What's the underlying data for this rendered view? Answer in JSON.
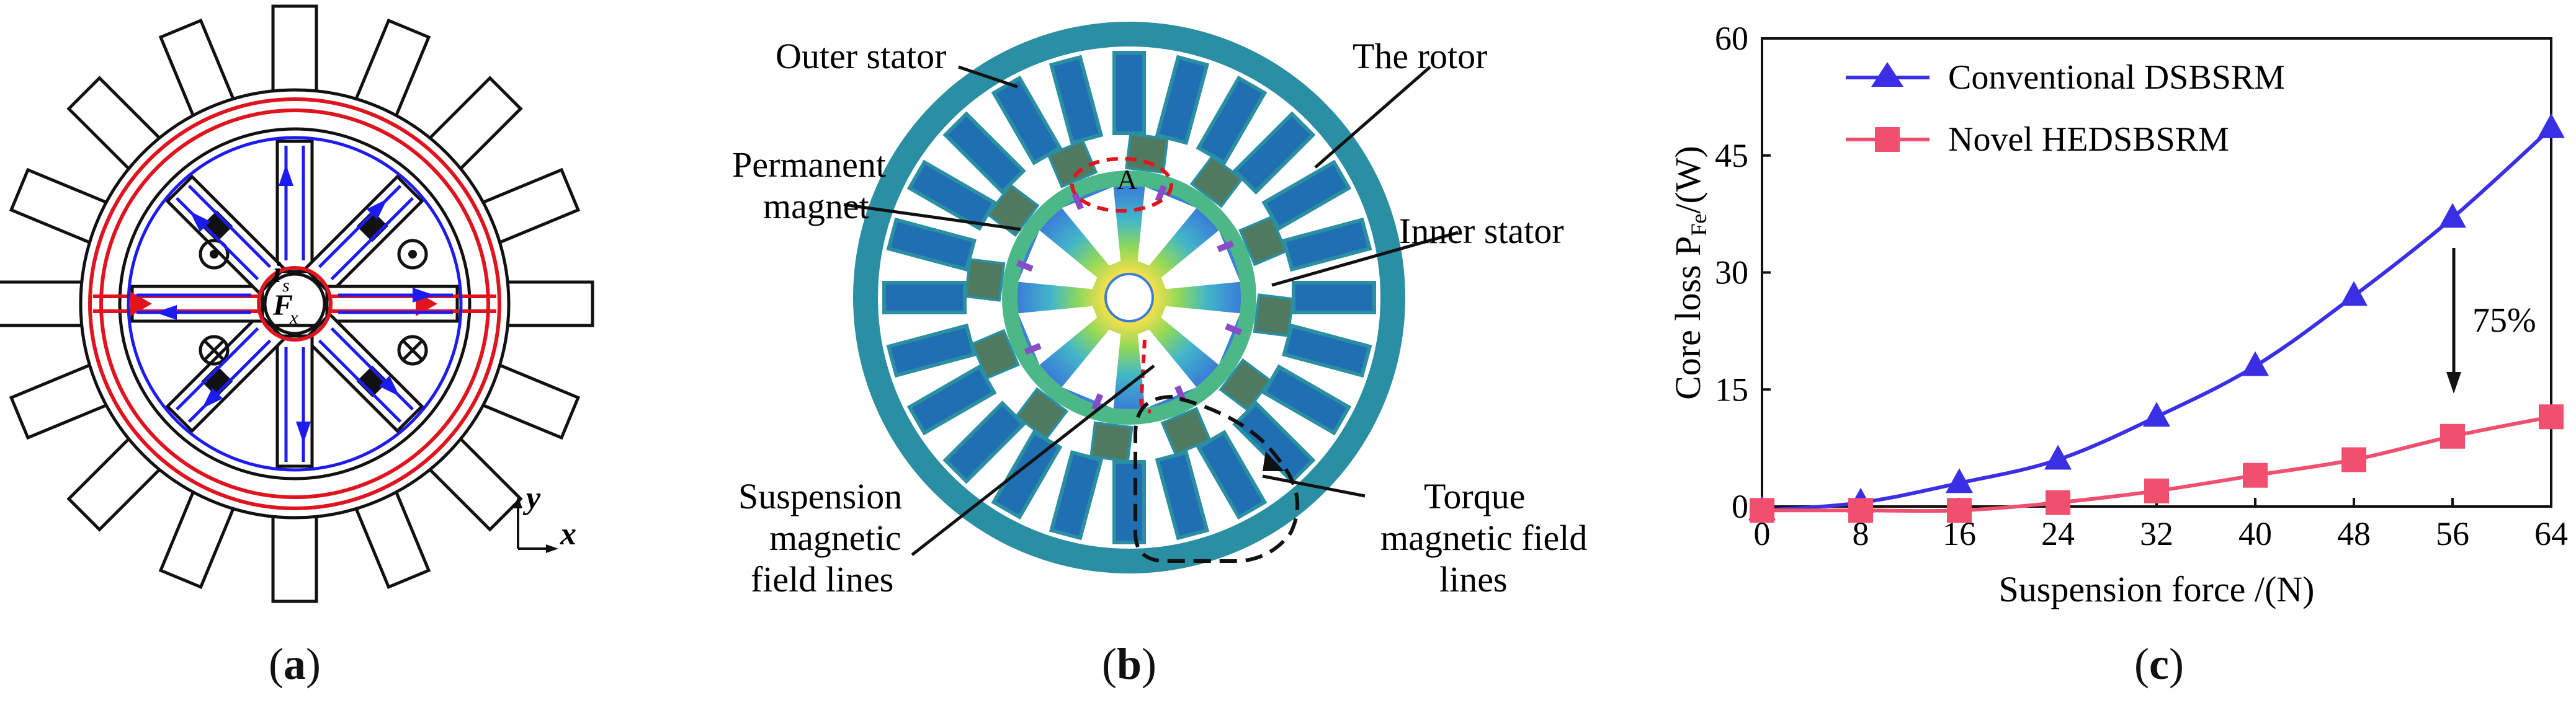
{
  "panels": {
    "a": {
      "caption_open": "(",
      "caption_letter": "a",
      "caption_close": ")",
      "axis_y": "y",
      "axis_x": "x",
      "current_label": "i",
      "current_sub": "s",
      "force_label": "F",
      "force_sub": "x",
      "colors": {
        "red_path": "#e0141e",
        "blue_path": "#1c1cf0",
        "outline": "#111111"
      }
    },
    "b": {
      "caption_open": "(",
      "caption_letter": "b",
      "caption_close": ")",
      "labels": {
        "outer_stator": "Outer stator",
        "rotor": "The rotor",
        "permanent_magnet_1": "Permanent",
        "permanent_magnet_2": "magnet",
        "inner_stator": "Inner stator",
        "region_a": "A",
        "suspension_1": "Suspension",
        "suspension_2": "magnetic",
        "suspension_3": "field lines",
        "torque_1": "Torque",
        "torque_2": "magnetic field",
        "torque_3": "lines"
      },
      "colors": {
        "stator": "#2b8fa3",
        "slot": "#1f6fb2",
        "rotor_teeth": "#4f7a5f"
      }
    },
    "c": {
      "caption_open": "(",
      "caption_letter": "c",
      "caption_close": ")",
      "annotation": "75%"
    }
  },
  "chart_data": {
    "type": "line",
    "title": "",
    "xlabel": "Suspension force /(N)",
    "ylabel_main": "Core loss P",
    "ylabel_sub": "Fe",
    "ylabel_tail": "/(W)",
    "x": [
      0,
      8,
      16,
      24,
      32,
      40,
      48,
      56,
      64
    ],
    "xticks": [
      "0",
      "8",
      "16",
      "24",
      "32",
      "40",
      "48",
      "56",
      "64"
    ],
    "yticks": [
      "0",
      "15",
      "30",
      "45",
      "60"
    ],
    "xlim": [
      0,
      64
    ],
    "ylim": [
      0,
      60
    ],
    "grid": false,
    "legend_position": "top-left",
    "series": [
      {
        "name": "Conventional DSBSRM",
        "marker": "triangle",
        "color": "#3b2fe6",
        "values": [
          -0.5,
          0.5,
          3,
          6,
          11.5,
          18,
          27,
          37,
          48.5
        ]
      },
      {
        "name": "Novel HEDSBSRM",
        "marker": "square",
        "color": "#f0506e",
        "values": [
          -0.5,
          -0.5,
          -0.5,
          0.5,
          2,
          4,
          6,
          9,
          11.5
        ]
      }
    ]
  }
}
